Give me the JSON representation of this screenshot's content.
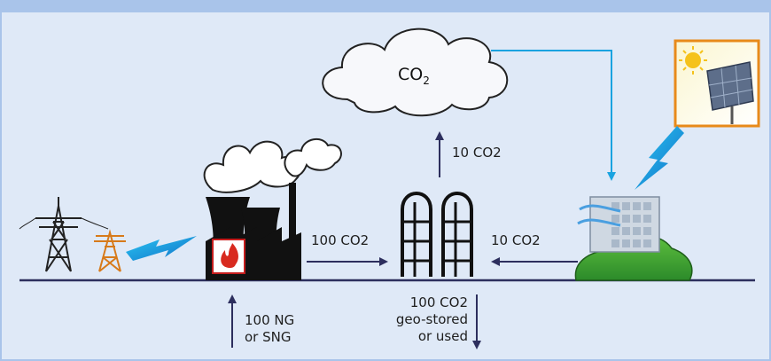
{
  "cloud": {
    "label": "CO",
    "subscript": "2"
  },
  "flows": {
    "plant_to_capture": "100 CO2",
    "capture_to_air": "10 CO2",
    "dac_to_capture": "10 CO2",
    "fuel_input": [
      "100 NG",
      "or SNG"
    ],
    "storage_output": [
      "100 CO2",
      "geo-stored",
      "or used"
    ]
  },
  "colors": {
    "background": "#dfe9f7",
    "frame": "#a9c4ea",
    "ground_line": "#2d2f5e",
    "arrow": "#2d2f5e",
    "cyan_flow": "#1aa3e0",
    "solar_border": "#e88a1a"
  }
}
